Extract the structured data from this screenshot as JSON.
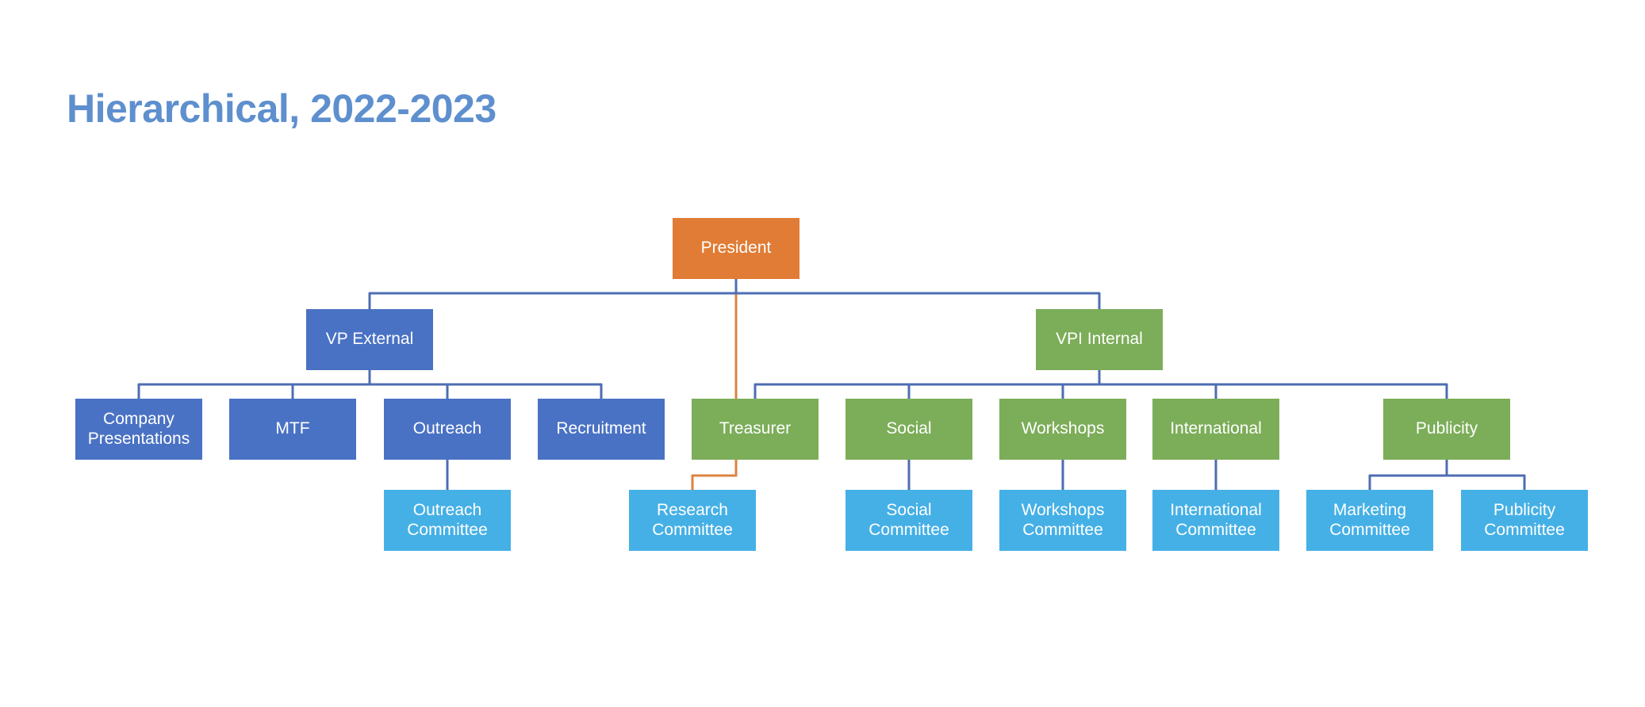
{
  "slide": {
    "title": "Hierarchical, 2022-2023"
  },
  "palette": {
    "title_text": "#5E8FCE",
    "level1_box": "#E07C35",
    "external_branch_box": "#4A72C4",
    "internal_branch_box": "#7CAD59",
    "committee_box": "#45B0E6",
    "connector_blue": "#4E6DB2",
    "connector_orange": "#DC833F",
    "node_text": "#FFFFFF",
    "background": "#FFFFFF"
  },
  "org_chart": {
    "type": "hierarchy",
    "nodes": {
      "president": "President",
      "vp_external": "VP External",
      "vpi_internal": "VPI Internal",
      "company_presentations": "Company Presentations",
      "mtf": "MTF",
      "outreach": "Outreach",
      "recruitment": "Recruitment",
      "treasurer": "Treasurer",
      "social": "Social",
      "workshops": "Workshops",
      "international": "International",
      "publicity": "Publicity",
      "outreach_committee": "Outreach Committee",
      "research_committee": "Research Committee",
      "social_committee": "Social Committee",
      "workshops_committee": "Workshops Committee",
      "international_committee": "International Committee",
      "marketing_committee": "Marketing Committee",
      "publicity_committee": "Publicity Committee"
    },
    "edges": [
      {
        "from": "president",
        "to": "vp_external",
        "line": "blue"
      },
      {
        "from": "president",
        "to": "vpi_internal",
        "line": "blue"
      },
      {
        "from": "president",
        "to": "research_committee",
        "line": "orange",
        "passes_behind": "treasurer"
      },
      {
        "from": "vp_external",
        "to": "company_presentations",
        "line": "blue"
      },
      {
        "from": "vp_external",
        "to": "mtf",
        "line": "blue"
      },
      {
        "from": "vp_external",
        "to": "outreach",
        "line": "blue"
      },
      {
        "from": "vp_external",
        "to": "recruitment",
        "line": "blue"
      },
      {
        "from": "vpi_internal",
        "to": "treasurer",
        "line": "blue"
      },
      {
        "from": "vpi_internal",
        "to": "social",
        "line": "blue"
      },
      {
        "from": "vpi_internal",
        "to": "workshops",
        "line": "blue"
      },
      {
        "from": "vpi_internal",
        "to": "international",
        "line": "blue"
      },
      {
        "from": "vpi_internal",
        "to": "publicity",
        "line": "blue"
      },
      {
        "from": "outreach",
        "to": "outreach_committee",
        "line": "blue"
      },
      {
        "from": "social",
        "to": "social_committee",
        "line": "blue"
      },
      {
        "from": "workshops",
        "to": "workshops_committee",
        "line": "blue"
      },
      {
        "from": "international",
        "to": "international_committee",
        "line": "blue"
      },
      {
        "from": "publicity",
        "to": "marketing_committee",
        "line": "blue"
      },
      {
        "from": "publicity",
        "to": "publicity_committee",
        "line": "blue"
      }
    ]
  }
}
